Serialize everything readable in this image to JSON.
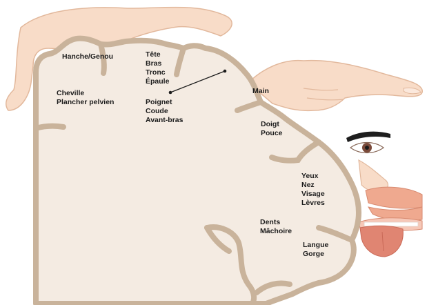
{
  "labels": {
    "hip_knee": "Hanche/Genou",
    "head": "Tête",
    "arm": "Bras",
    "trunk": "Tronc",
    "shoulder": "Épaule",
    "ankle": "Cheville",
    "pelvic_floor": "Plancher pelvien",
    "wrist": "Poignet",
    "elbow": "Coude",
    "forearm": "Avant-bras",
    "hand": "Main",
    "finger": "Doigt",
    "thumb": "Pouce",
    "eyes": "Yeux",
    "nose": "Nez",
    "face": "Visage",
    "lips": "Lèvres",
    "teeth": "Dents",
    "jaw": "Mâchoire",
    "tongue": "Langue",
    "throat": "Gorge"
  },
  "colors": {
    "cortex_fill": "#f4ebe2",
    "cortex_outline": "#c9b39b",
    "skin": "#f8dcc8",
    "skin_outline": "#e2b89c",
    "lips": "#efa98f",
    "tongue": "#e08572",
    "label_text": "#1c1c1c"
  }
}
